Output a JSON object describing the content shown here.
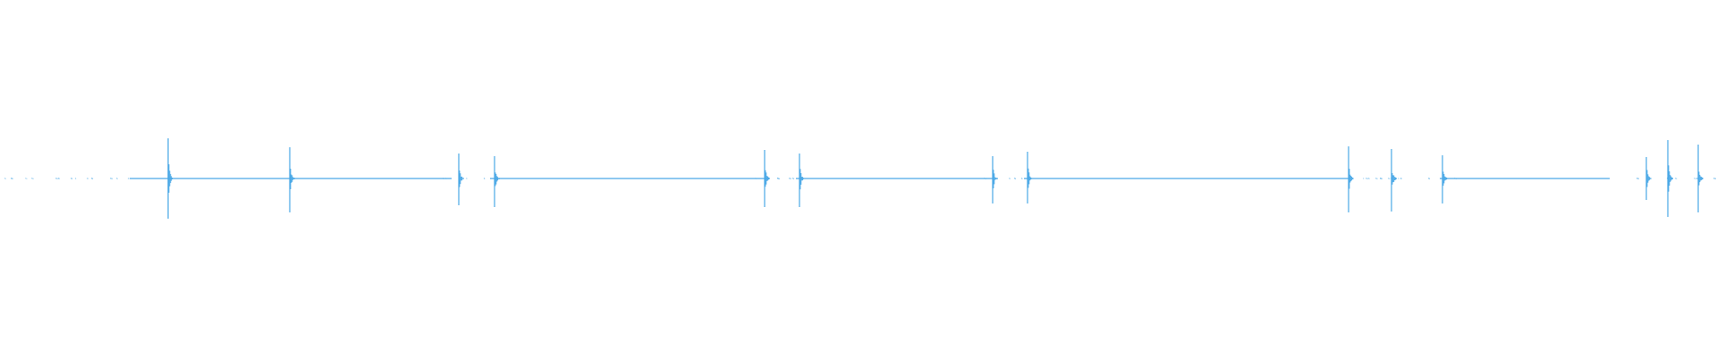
{
  "chart_data": {
    "type": "line",
    "title": "",
    "xlabel": "",
    "ylabel": "",
    "grid": false,
    "legend": "none",
    "xlim": [
      0,
      1920
    ],
    "ylim": [
      -1,
      1
    ],
    "colors": {
      "wave": "#4aa8e6",
      "background": "#ffffff"
    },
    "series": [
      {
        "baseline_segments": [
          [
            145,
            505
          ],
          [
            548,
            860
          ],
          [
            890,
            1110
          ],
          [
            1145,
            1510
          ],
          [
            1610,
            1800
          ]
        ],
        "spikes": [
          {
            "x": 188,
            "pos": 0.45,
            "neg": 0.45
          },
          {
            "x": 324,
            "pos": 0.35,
            "neg": 0.38
          },
          {
            "x": 513,
            "pos": 0.28,
            "neg": 0.3
          },
          {
            "x": 553,
            "pos": 0.25,
            "neg": 0.32
          },
          {
            "x": 855,
            "pos": 0.32,
            "neg": 0.32
          },
          {
            "x": 894,
            "pos": 0.28,
            "neg": 0.32
          },
          {
            "x": 1110,
            "pos": 0.25,
            "neg": 0.28
          },
          {
            "x": 1149,
            "pos": 0.3,
            "neg": 0.28
          },
          {
            "x": 1508,
            "pos": 0.36,
            "neg": 0.38
          },
          {
            "x": 1556,
            "pos": 0.33,
            "neg": 0.37
          },
          {
            "x": 1613,
            "pos": 0.26,
            "neg": 0.28
          },
          {
            "x": 1841,
            "pos": 0.24,
            "neg": 0.24
          },
          {
            "x": 1865,
            "pos": 0.43,
            "neg": 0.43
          },
          {
            "x": 1899,
            "pos": 0.38,
            "neg": 0.38
          }
        ],
        "noise_regions": [
          [
            5,
            145
          ],
          [
            495,
            560
          ],
          [
            840,
            900
          ],
          [
            1100,
            1160
          ],
          [
            1500,
            1630
          ],
          [
            1830,
            1920
          ]
        ]
      }
    ]
  }
}
